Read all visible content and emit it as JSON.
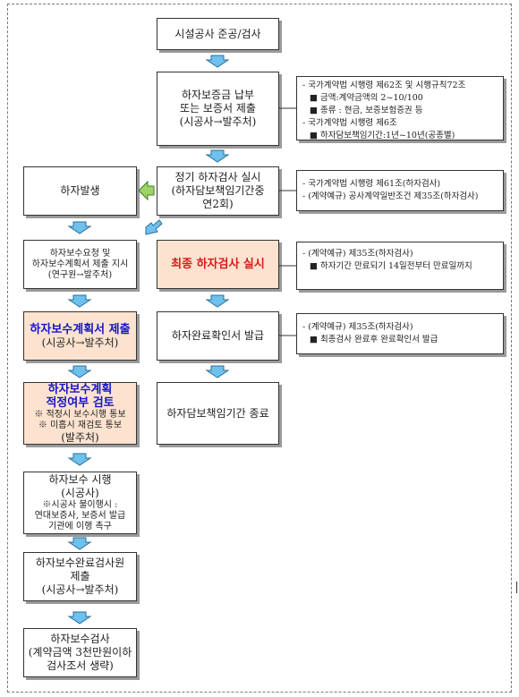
{
  "right": {
    "step1": "시설공사 준공/검사",
    "step2": [
      "하자보증금 납부",
      "또는 보증서 제출",
      "(시공사→발주처)"
    ],
    "step3": [
      "정기 하자검사 실시",
      "(하자담보책임기간중",
      "연2회)"
    ],
    "step4": "최종 하자검사 실시",
    "step5": "하자완료확인서 발급",
    "step6": "하자담보책임기간 종료"
  },
  "left": {
    "defect": "하자발생",
    "request": [
      "하자보수요청 및",
      "하자보수계획서 제출 지시",
      "(연구원→발주처)"
    ],
    "plan_submit": [
      "하자보수계획서 제출",
      "(시공사→발주처)"
    ],
    "plan_review": [
      "하자보수계획",
      "적정여부 검토",
      "※ 적정시 보수시행 통보",
      "※ 미흡시 재검토 통보",
      "(발주처)"
    ],
    "repair": [
      "하자보수 시행",
      "(시공사)",
      "※시공사 불이행시 :",
      "연대보증사, 보증서 발급",
      "기관에 이행 촉구"
    ],
    "completion": [
      "하자보수완료검사원",
      "제출",
      "(시공사→발주처)"
    ],
    "inspection": [
      "하자보수검사",
      "(계약금액 3천만원이하",
      "검사조서 생략)"
    ]
  },
  "notes": {
    "n1": [
      "- 국가계약법 시행령 제62조 및 시행규칙72조",
      "■ 금액:계약금액의 2~10/100",
      "■ 종류 : 현금, 보증보험증권 등",
      "- 국가계약법 시행령 제6조",
      "■ 하자담보책임기간:1년~10년(공종별)"
    ],
    "n2": [
      "- 국가계약법 시행령 제61조(하자검사)",
      "- (계약예규) 공사계약일반조건 제35조(하자검사)"
    ],
    "n3": [
      "- (계약예규) 제35조(하자검사)",
      "■ 하자기간 만료되기 14일전부터 만료일까지"
    ],
    "n4": [
      "- (계약예규) 제35조(하자검사)",
      "■ 최종검사 완료후 완료확인서 발급"
    ]
  },
  "colors": {
    "arrow_fill": "#6ec1ec",
    "arrow_stroke": "#2a6f9e",
    "left_arrow_fill": "#9ed36a",
    "left_arrow_stroke": "#3e7e22",
    "highlight_bg": "#fde3cf",
    "blue_text": "#1515c8",
    "red_text": "#d61a1a"
  }
}
